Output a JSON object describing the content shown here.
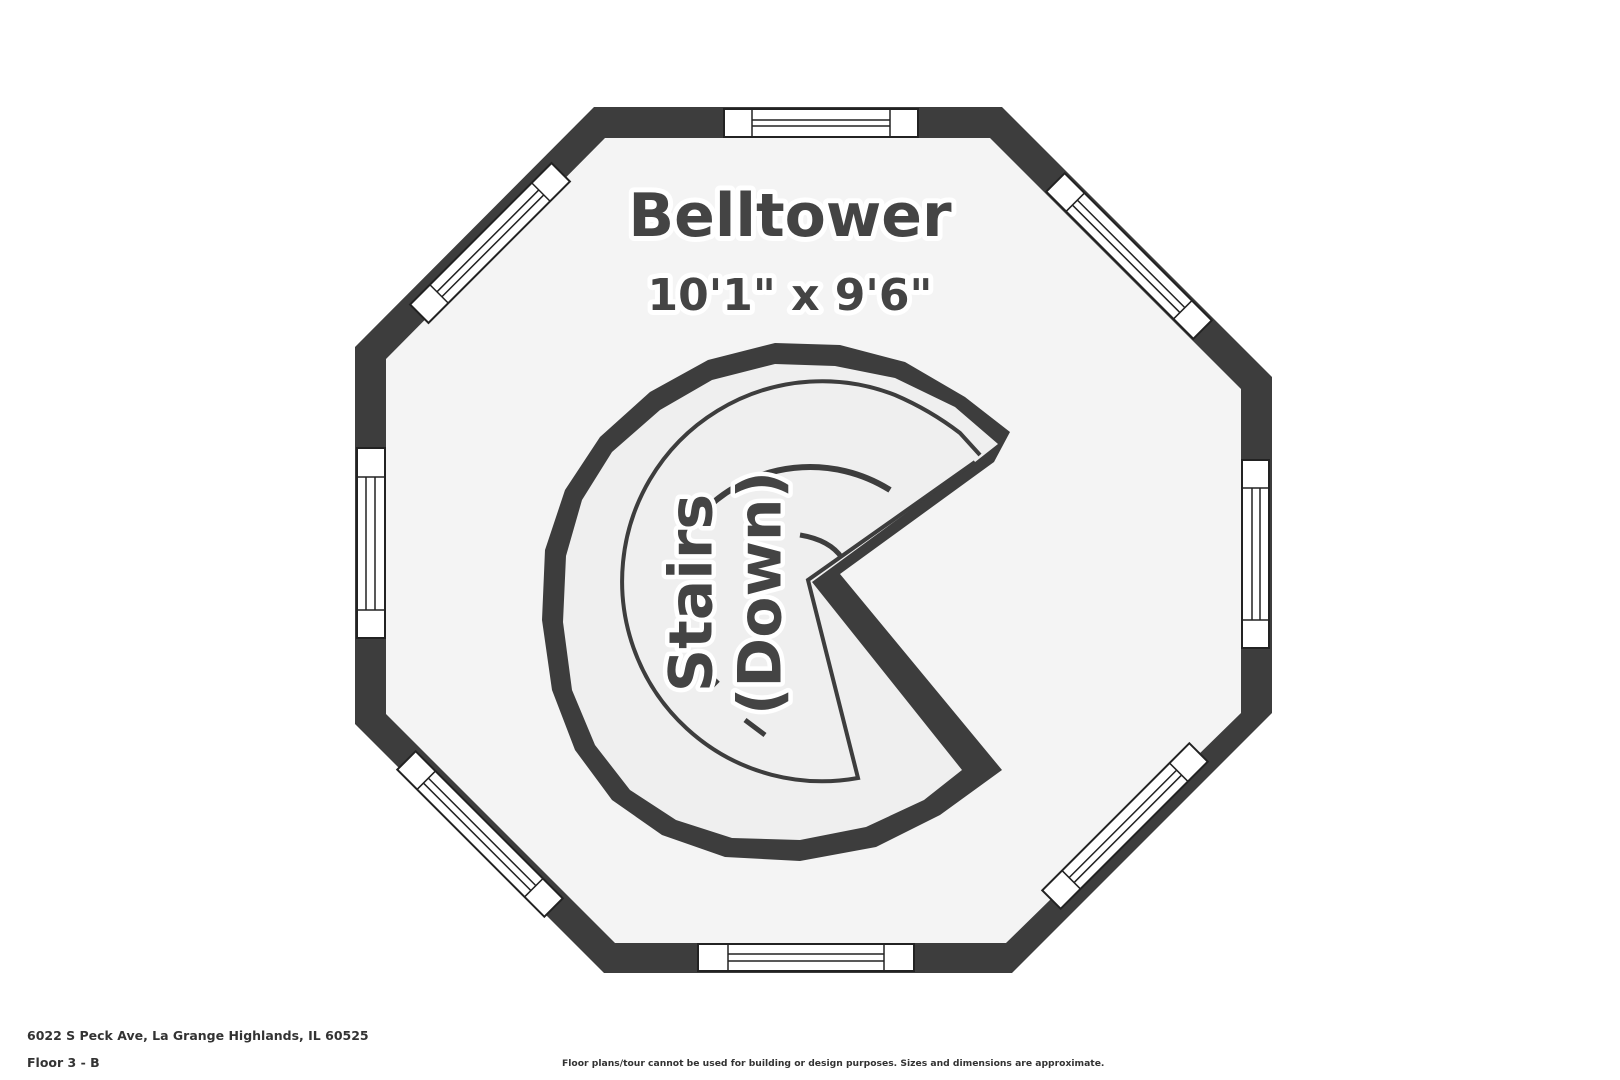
{
  "room": {
    "name": "Belltower",
    "dimensions": "10'1\" x 9'6\""
  },
  "stairs": {
    "line1": "Stairs",
    "line2": "(Down)"
  },
  "footer": {
    "address": "6022 S Peck Ave, La Grange Highlands, IL 60525",
    "floor": "Floor 3 - B",
    "disclaimer": "Floor plans/tour cannot be used for building or design purposes. Sizes and dimensions are approximate."
  },
  "colors": {
    "wall": "#3d3d3d",
    "floor": "#f4f4f4",
    "stair_fill": "#efefef",
    "text": "#444444",
    "window": "#ffffff"
  }
}
